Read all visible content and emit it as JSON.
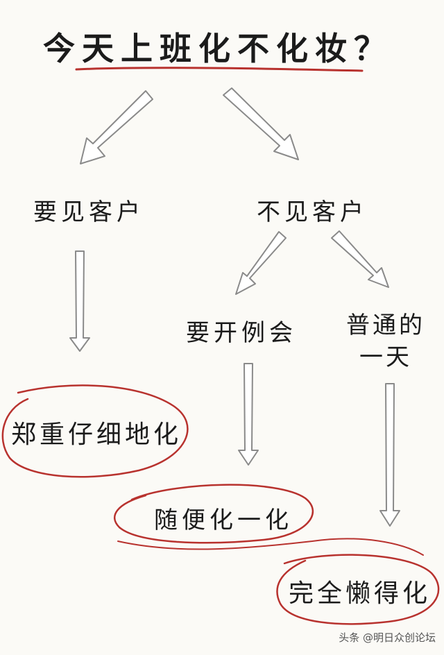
{
  "title": "今天上班化不化妆？",
  "nodes": {
    "meet_client": "要见客户",
    "no_client": "不见客户",
    "routine_meeting": "要开例会",
    "ordinary_day": "普通的一天"
  },
  "results": {
    "careful": "郑重仔细地化",
    "casual": "随便化一化",
    "skip": "完全懒得化"
  },
  "watermark": "头条 @明日众创论坛",
  "colors": {
    "ink": "#1b1b1b",
    "circle_red": "#b8322e",
    "arrow_outline": "#8a8a8a",
    "background": "#fbfaf6"
  }
}
